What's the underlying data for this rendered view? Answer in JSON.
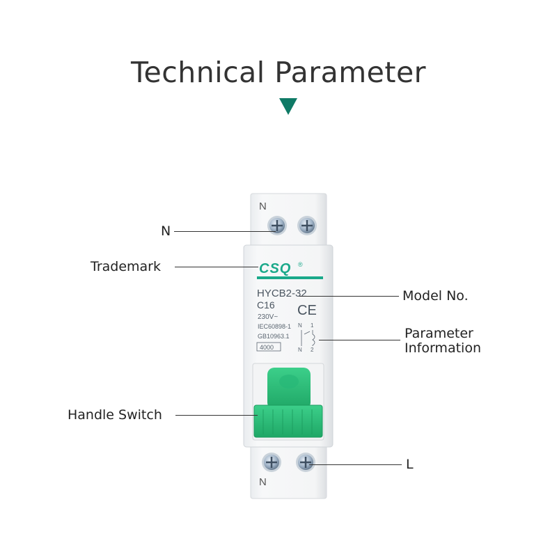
{
  "header": {
    "title": "Technical Parameter",
    "accent_color": "#0f7a66",
    "arrow_icon": "triangle-down-icon"
  },
  "labels": {
    "n_top": "N",
    "trademark": "Trademark",
    "model_no": "Model No.",
    "param_line1": "Parameter",
    "param_line2": "Information",
    "handle_switch": "Handle Switch",
    "l": "L"
  },
  "device": {
    "terminal_top_mark": "N",
    "terminal_bottom_mark": "N",
    "brand": "CSQ",
    "brand_mark": "®",
    "model": "HYCB2-32",
    "rating": "C16",
    "voltage": "230V~",
    "ce_mark": "CE",
    "standard1": "IEC60898-1",
    "standard2": "GB10963.1",
    "capacity": "4000",
    "n_top_sym": "N",
    "one_sym": "1",
    "n_bottom_sym": "N",
    "two_sym": "2",
    "brand_color": "#1aa98a",
    "handle_color": "#2bbf7a"
  }
}
